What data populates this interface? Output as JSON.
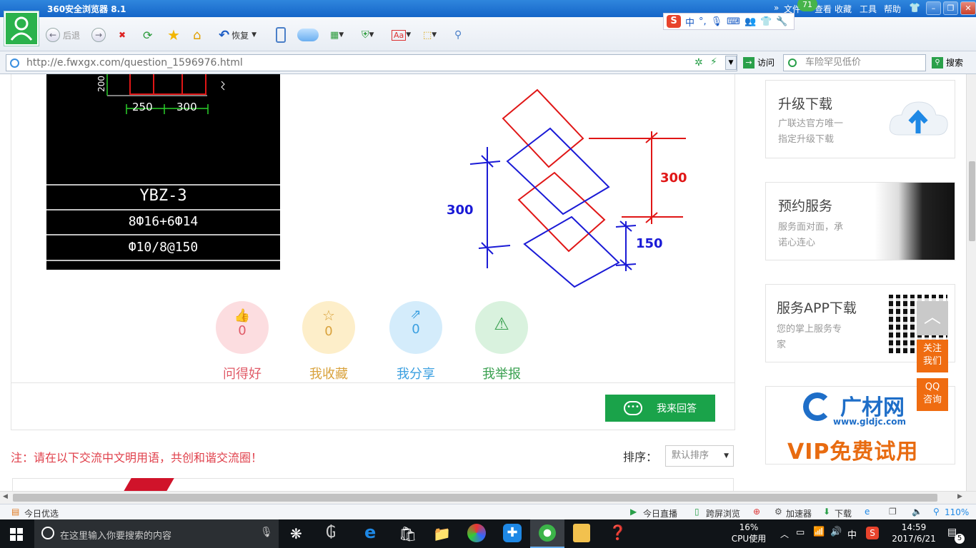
{
  "titlebar": {
    "title": "360安全浏览器 8.1",
    "menu": [
      "文件",
      "查看",
      "收藏",
      "工具",
      "帮助"
    ],
    "badge": "71",
    "controls": [
      "minimize",
      "restore",
      "close"
    ]
  },
  "toolbar": {
    "back_label": "后退",
    "restore_label": "恢复",
    "ime_items": [
      "中",
      "°,"
    ]
  },
  "address": {
    "url": "http://e.fwxgx.com/question_1596976.html",
    "go_label": "访问",
    "search_placeholder": "车险罕见低价",
    "search_button": "搜索"
  },
  "content": {
    "cad": {
      "dims": [
        "250",
        "300"
      ],
      "left_dim": "200",
      "rows": [
        "YBZ-3",
        "8Ф16+6Ф14",
        "Ф10/8@150"
      ]
    },
    "sketch": {
      "dim_left": "300",
      "dim_right": "300",
      "dim_bottom": "150",
      "red": "#e01616",
      "blue": "#1a1ad6"
    },
    "actions": [
      {
        "label": "问得好",
        "count": "0",
        "icon": "thumbs-up-icon",
        "bg": "#fcdde0",
        "fg": "#e05a67"
      },
      {
        "label": "我收藏",
        "count": "0",
        "icon": "star-icon",
        "bg": "#fdeec9",
        "fg": "#d9a23c"
      },
      {
        "label": "我分享",
        "count": "0",
        "icon": "share-icon",
        "bg": "#d4ecfb",
        "fg": "#3a9fe0"
      },
      {
        "label": "我举报",
        "count": "",
        "icon": "warning-icon",
        "bg": "#d9f2de",
        "fg": "#3aa050"
      }
    ],
    "answer_button": "我来回答",
    "notice": "注：请在以下交流中文明用语，共创和谐交流圈！",
    "sort_label": "排序：",
    "sort_value": "默认排序"
  },
  "sidebar": {
    "cards": [
      {
        "title": "升级下载",
        "sub1": "广联达官方唯一",
        "sub2": "指定升级下载"
      },
      {
        "title": "预约服务",
        "sub1": "服务面对面，承",
        "sub2": "诺心连心"
      },
      {
        "title": "服务APP下载",
        "sub1": "您的掌上服务专",
        "sub2": "家"
      }
    ],
    "ad": {
      "brand": "广材网",
      "site": "www.gldjc.com",
      "slogan": "VIP免费试用"
    },
    "float": [
      "关注\n我们",
      "QQ\n咨询"
    ]
  },
  "statusbar": {
    "left": "今日优选",
    "items": [
      "今日直播",
      "跨屏浏览",
      "加速器",
      "下载"
    ],
    "zoom": "110%"
  },
  "taskbar": {
    "search_placeholder": "在这里输入你要搜索的内容",
    "cpu": "16%",
    "cpu_label": "CPU使用",
    "ime": "中",
    "time": "14:59",
    "date": "2017/6/21",
    "notif": "5"
  }
}
